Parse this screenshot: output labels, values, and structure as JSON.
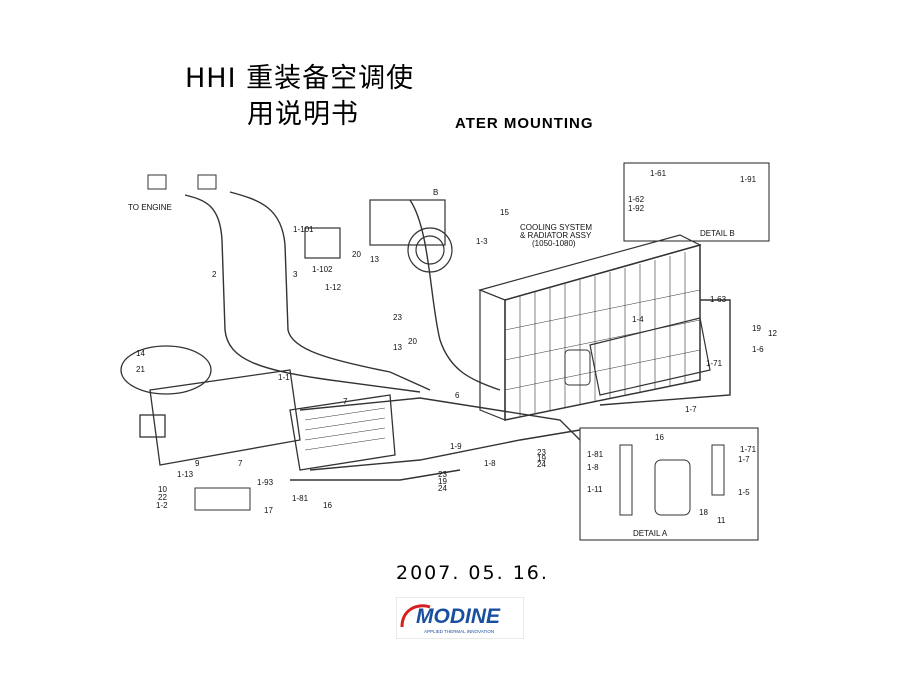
{
  "title": {
    "line1": "HHI 重装备空调使",
    "line2": "用说明书"
  },
  "diagram": {
    "heading": "ATER MOUNTING",
    "caption_to_engine": "TO ENGINE",
    "caption_cooling": "COOLING SYSTEM",
    "caption_radiator": "& RADIATOR ASSY",
    "caption_models": "(1050-1080)",
    "detail_a": "DETAIL A",
    "detail_b": "DETAIL B",
    "labels": [
      "1-101",
      "20",
      "13",
      "1-102",
      "1-12",
      "2",
      "3",
      "1-3",
      "15",
      "1-61",
      "1-91",
      "1-62",
      "1-92",
      "1-63",
      "19",
      "12",
      "1-6",
      "1-4",
      "23",
      "13",
      "20",
      "1-1",
      "14",
      "21",
      "7",
      "6",
      "1-7",
      "1-71",
      "9",
      "7",
      "1-13",
      "1-93",
      "1-81",
      "10",
      "22",
      "1-2",
      "17",
      "16",
      "1-9",
      "1-8",
      "23",
      "19",
      "24",
      "23",
      "19",
      "24",
      "16",
      "1-71",
      "1-7",
      "1-81",
      "1-8",
      "1-11",
      "1-5",
      "18",
      "11",
      "B"
    ]
  },
  "date": "2007. 05. 16.",
  "logo": {
    "name": "MODINE",
    "tagline": "APPLIED THERMAL INNOVATION",
    "color": "#1a4fa0",
    "accent": "#d62020"
  }
}
